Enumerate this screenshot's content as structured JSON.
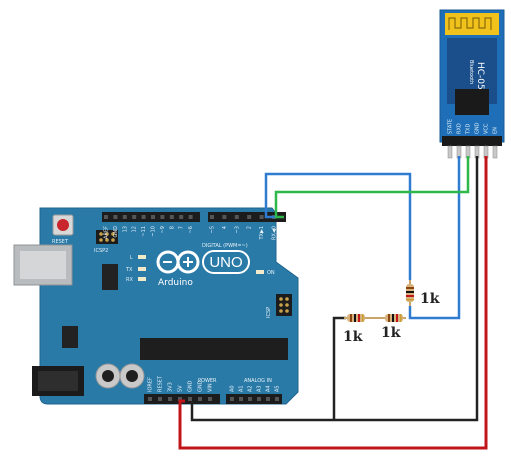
{
  "board": {
    "name": "UNO",
    "brand": "Arduino",
    "reset_label": "RESET",
    "icsp2_label": "ICSP2",
    "icsp_label": "ICSP",
    "digital_label": "DIGITAL (PWM=~)",
    "power_label": "POWER",
    "analog_label": "ANALOG IN",
    "on_label": "ON",
    "l_label": "L",
    "tx_label": "TX",
    "rx_label": "RX",
    "top_pin_labels": [
      "AREF",
      "GND",
      "13",
      "12",
      "~11",
      "~10",
      "~9",
      "8",
      "7",
      "~6",
      "~5",
      "4",
      "~3",
      "2",
      "TX▶1",
      "RX◀0"
    ],
    "power_pin_labels": [
      "IOREF",
      "RESET",
      "3V3",
      "5V",
      "GND",
      "GND",
      "VIN"
    ],
    "analog_pin_labels": [
      "A0",
      "A1",
      "A2",
      "A3",
      "A4",
      "A5"
    ],
    "board_color": "#2a7aa8"
  },
  "module": {
    "name": "HC-05",
    "subtitle": "Bluetooth",
    "pin_labels": [
      "STATE",
      "RXD",
      "TXD",
      "GND",
      "VCC",
      "EN"
    ],
    "color": "#1e6fb8"
  },
  "resistors": [
    {
      "value": "1k"
    },
    {
      "value": "1k"
    },
    {
      "value": "1k"
    }
  ],
  "wires": {
    "tx_color": "#2f7bd1",
    "rx_color": "#2db84a",
    "gnd_color": "#222222",
    "vcc_color": "#c0161a"
  }
}
